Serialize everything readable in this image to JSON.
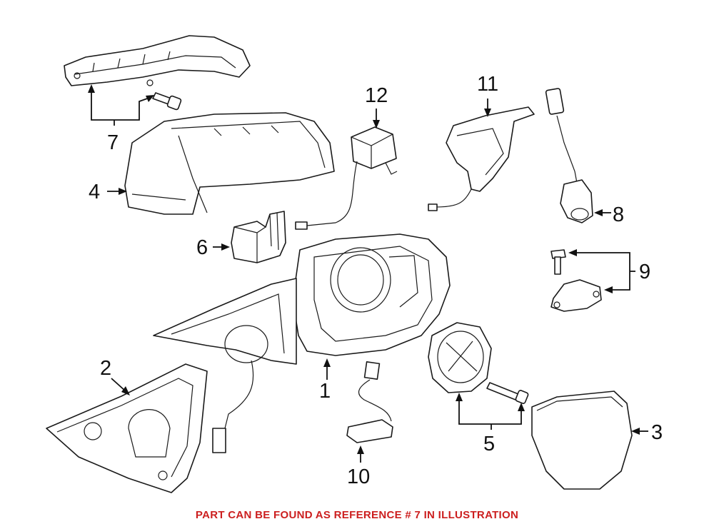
{
  "diagram": {
    "callouts": {
      "c1": "1",
      "c2": "2",
      "c3": "3",
      "c4": "4",
      "c5": "5",
      "c6": "6",
      "c7": "7",
      "c8": "8",
      "c9": "9",
      "c10": "10",
      "c11": "11",
      "c12": "12"
    },
    "caption": "PART CAN BE FOUND AS REFERENCE # 7 IN ILLUSTRATION",
    "caption_color": "#cc1f1f"
  }
}
